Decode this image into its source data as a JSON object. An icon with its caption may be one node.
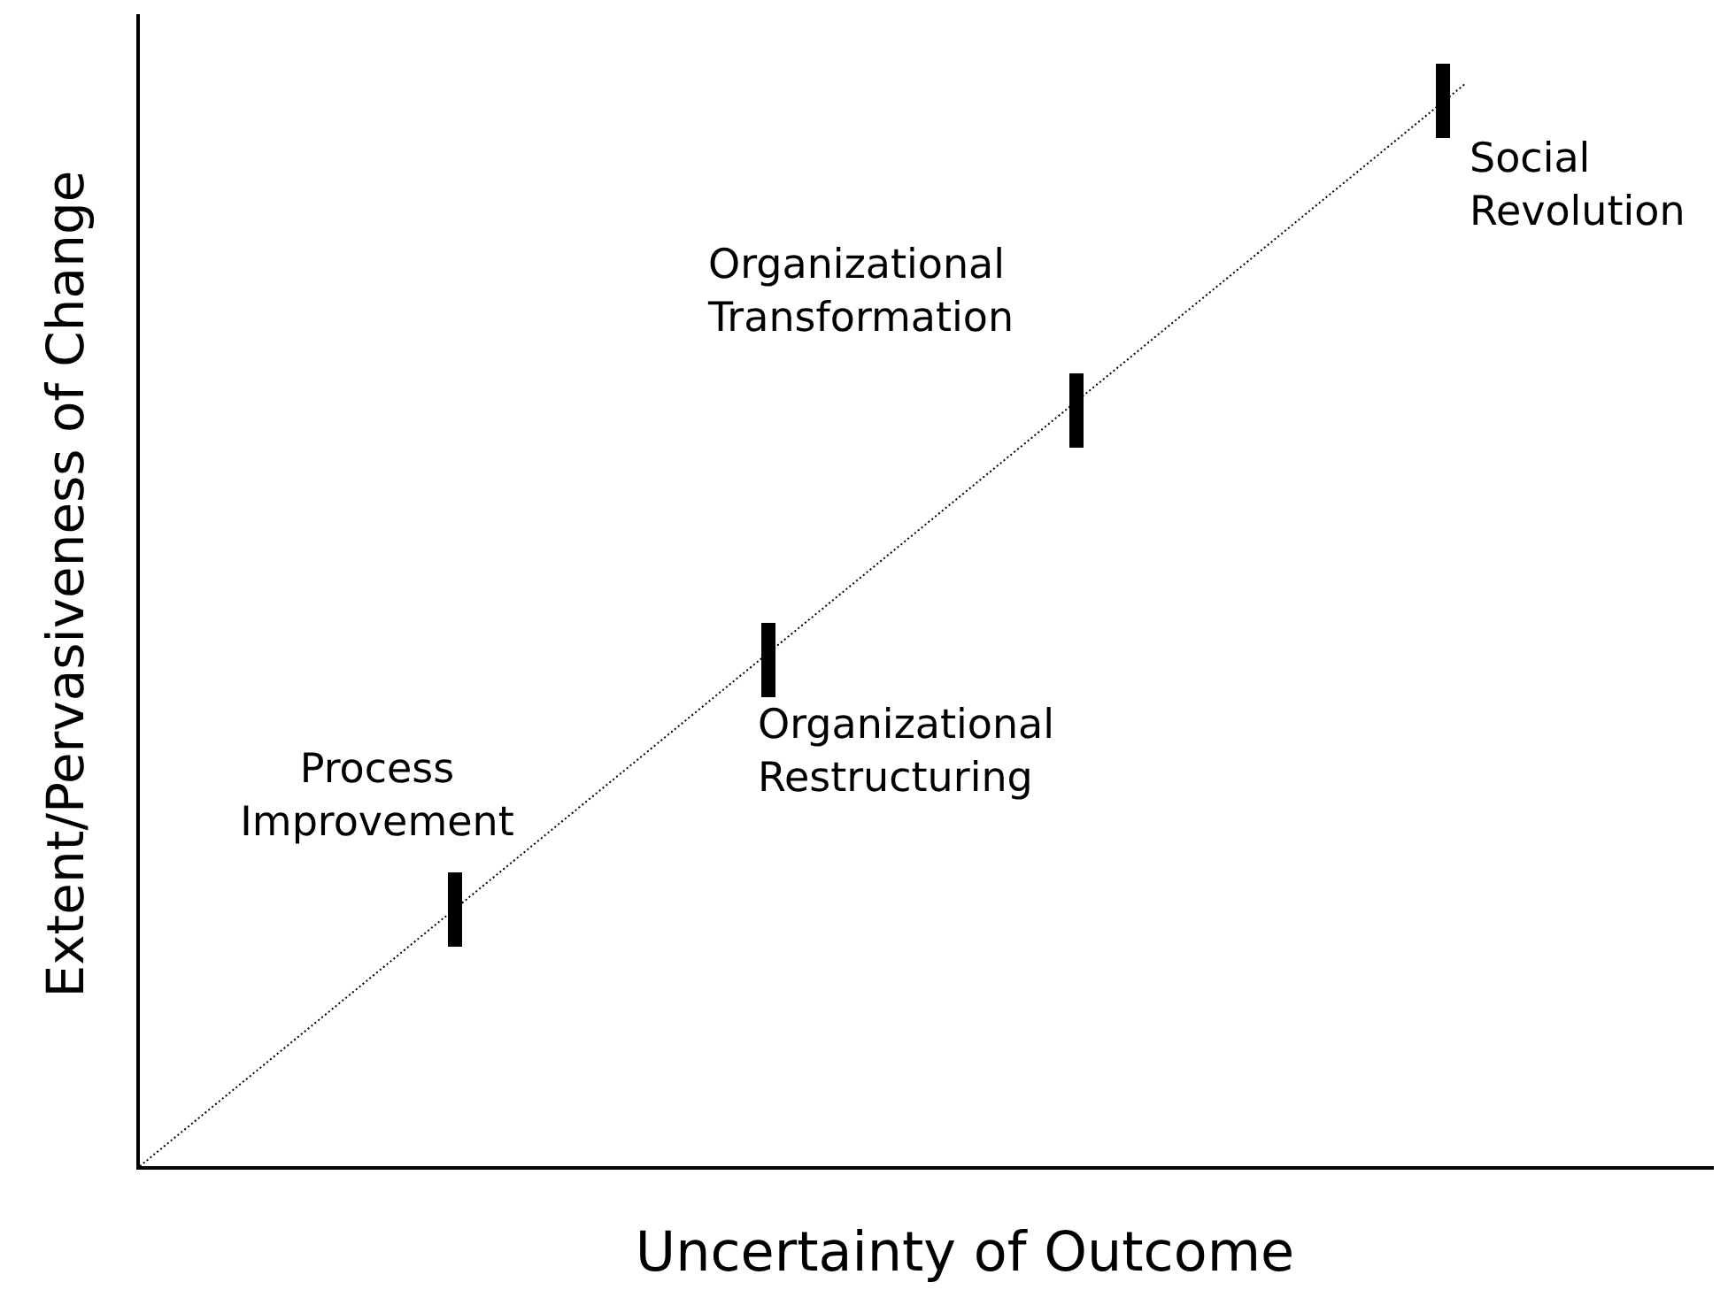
{
  "diagram": {
    "labels": [
      "Extent/Pervasiveness of Change",
      "Social Revolution",
      "Organizational Transformation",
      "Organizational Restructuring",
      "Process Improvement",
      "Uncertainty of Outcome"
    ]
  }
}
